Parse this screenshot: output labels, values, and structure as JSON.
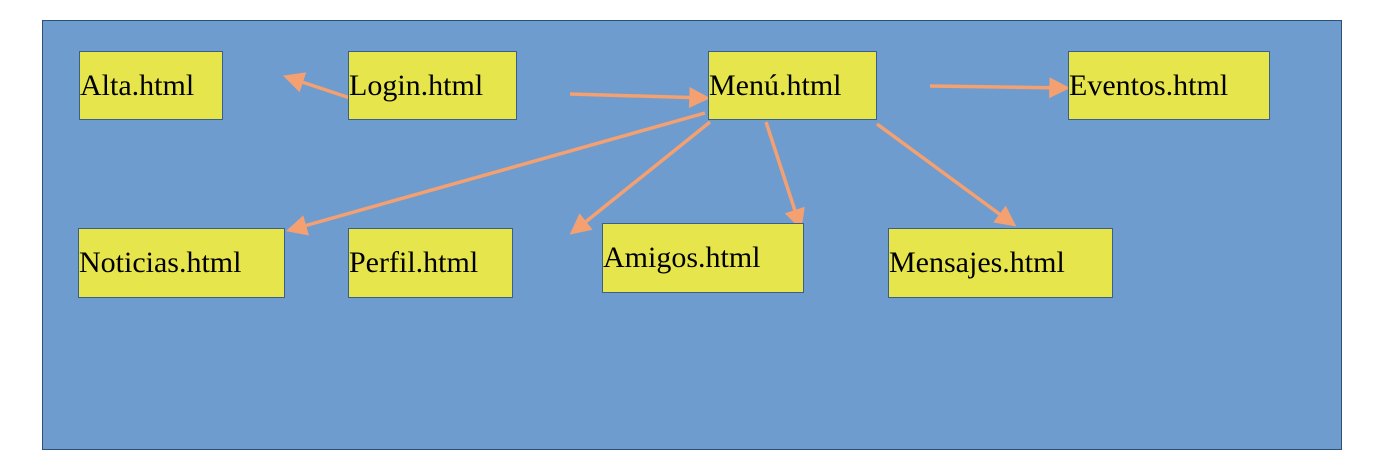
{
  "diagram": {
    "colors": {
      "panel": "#6f9ccf",
      "node_fill": "#e6e64c",
      "arrow": "#f4a070"
    },
    "nodes": {
      "alta": "Alta.html",
      "login": "Login.html",
      "menu": "Menú.html",
      "eventos": "Eventos.html",
      "noticias": "Noticias.html",
      "perfil": "Perfil.html",
      "amigos": "Amigos.html",
      "mensajes": "Mensajes.html"
    }
  }
}
